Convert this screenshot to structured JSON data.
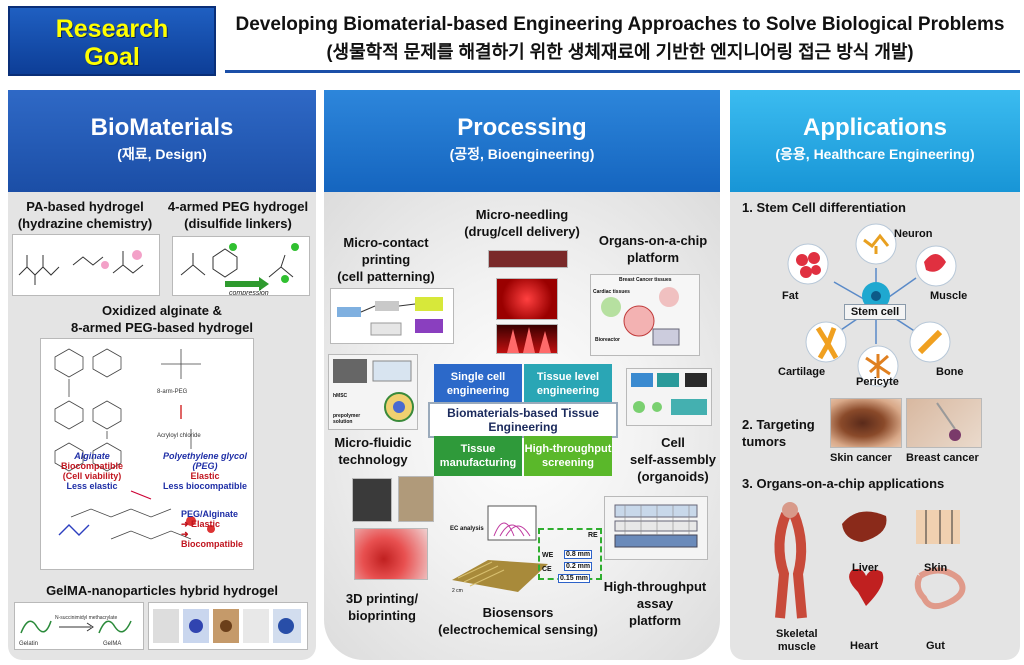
{
  "goal": {
    "line1": "Research",
    "line2": "Goal"
  },
  "title": {
    "english": "Developing Biomaterial-based Engineering Approaches to Solve Biological Problems",
    "korean": "(생물학적 문제를 해결하기 위한 생체재료에 기반한 엔지니어링 접근 방식 개발)"
  },
  "columns": {
    "biomaterials": {
      "title": "BioMaterials",
      "subtitle": "(재료, Design)"
    },
    "processing": {
      "title": "Processing",
      "subtitle": "(공정, Bioengineering)"
    },
    "applications": {
      "title": "Applications",
      "subtitle": "(응용, Healthcare Engineering)"
    }
  },
  "biomaterials": {
    "pa_hydrogel": {
      "line1": "PA-based hydrogel",
      "line2": "(hydrazine chemistry)"
    },
    "peg_hydrogel": {
      "line1": "4-armed PEG hydrogel",
      "line2": "(disulfide linkers)"
    },
    "compression_label": "compression",
    "alginate": {
      "line1": "Oxidized alginate &",
      "line2": "8-armed PEG-based hydrogel"
    },
    "alginate_fig": {
      "alginate_name": "Alginate",
      "alginate_props": [
        "Biocompatible",
        "(Cell viability)",
        "Less elastic"
      ],
      "peg_name": "Polyethylene glycol",
      "peg_abbr": "(PEG)",
      "peg_props": [
        "Elastic",
        "Less biocompatible"
      ],
      "combo_name": "PEG/Alginate",
      "combo_props": [
        "➜ Elastic",
        "➜ Biocompatible"
      ],
      "reagent_label": "8-arm-PEG",
      "reagent2_label": "Acryloyl chloride"
    },
    "gelma": {
      "title": "GelMA-nanoparticles hybrid hydrogel",
      "gelatin": "Gelatin",
      "gelma": "GelMA",
      "reagent": "N-succinimidyl methacrylate"
    }
  },
  "processing": {
    "micro_contact": [
      "Micro-contact",
      "printing",
      "(cell patterning)"
    ],
    "micro_needling": [
      "Micro-needling",
      "(drug/cell delivery)"
    ],
    "organs_chip": [
      "Organs-on-a-chip",
      "platform"
    ],
    "micro_fluidic": [
      "Micro-fluidic",
      "technology"
    ],
    "cell_assembly": [
      "Cell",
      "self-assembly",
      "(organoids)"
    ],
    "printing_3d": [
      "3D printing/",
      "bioprinting"
    ],
    "biosensors": [
      "Biosensors",
      "(electrochemical sensing)"
    ],
    "high_throughput": [
      "High-throughput",
      "assay",
      "platform"
    ],
    "center": {
      "single_cell": "Single cell engineering",
      "tissue_level": "Tissue level engineering",
      "core": "Biomaterials-based Tissue Engineering",
      "tissue_manufacturing": "Tissue manufacturing",
      "high_throughput_screening": "High-throughput screening"
    },
    "sensor_labels": {
      "we": "WE",
      "ce": "CE",
      "re": "RE",
      "dim1": "0.8 mm",
      "dim2": "0.2 mm",
      "dim3": "0.15 mm",
      "ec": "EC analysis",
      "scale": "2 cm"
    },
    "chip_labels": {
      "breast": "Breast Cancer tissues",
      "cardiac": "Cardiac tissues",
      "bioreactor": "Bioreactor"
    },
    "fluidic_labels": {
      "hmsc": "hMSC",
      "prepolymer": "prepolymer solution"
    }
  },
  "applications": {
    "section1": "1.   Stem Cell  differentiation",
    "stem_cell": "Stem cell",
    "cells": {
      "neuron": "Neuron",
      "fat": "Fat",
      "muscle": "Muscle",
      "cartilage": "Cartilage",
      "bone": "Bone",
      "pericyte": "Pericyte"
    },
    "section2": [
      "2. Targeting",
      "tumors"
    ],
    "skin_cancer": "Skin cancer",
    "breast_cancer": "Breast cancer",
    "section3": "3. Organs-on-a-chip applications",
    "organs": {
      "liver": "Liver",
      "skin": "Skin",
      "skeletal": [
        "Skeletal",
        "muscle"
      ],
      "heart": "Heart",
      "gut": "Gut"
    }
  },
  "colors": {
    "goal_bg": "#1f5fc1",
    "goal_text": "#ffff00",
    "col1_head": "#2359b5",
    "col2_head": "#1d78d0",
    "col3_head": "#23a8e4",
    "tile_blue": "#2c69c9",
    "tile_teal": "#2aa6b5",
    "tile_green": "#2f9a3a",
    "tile_green2": "#5ab82a",
    "stem_cell": "#1fa8d0"
  }
}
